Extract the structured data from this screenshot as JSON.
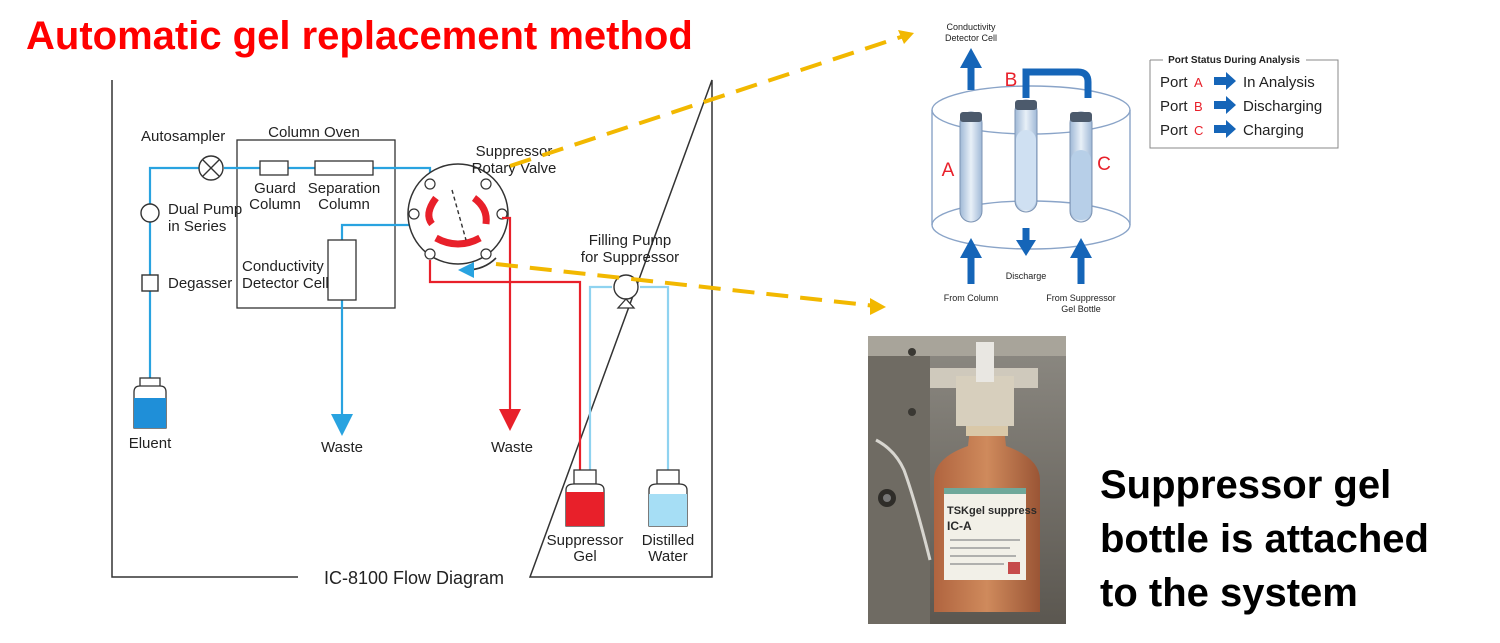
{
  "title": "Automatic gel replacement method",
  "flow_diagram": {
    "caption": "IC-8100 Flow Diagram",
    "autosampler": "Autosampler",
    "column_oven": "Column Oven",
    "pump_line1": "Dual Pump",
    "pump_line2": "in Series",
    "degasser": "Degasser",
    "guard_line1": "Guard",
    "guard_line2": "Column",
    "sep_line1": "Separation",
    "sep_line2": "Column",
    "cond_line1": "Conductivity",
    "cond_line2": "Detector Cell",
    "valve_line1": "Suppressor",
    "valve_line2": "Rotary Valve",
    "fill_line1": "Filling Pump",
    "fill_line2": "for Suppressor",
    "eluent": "Eluent",
    "waste_left": "Waste",
    "waste_right": "Waste",
    "gel_line1": "Suppressor",
    "gel_line2": "Gel",
    "water_line1": "Distilled",
    "water_line2": "Water"
  },
  "valve_detail": {
    "top_line1": "Conductivity",
    "top_line2": "Detector Cell",
    "label_a": "A",
    "label_b": "B",
    "label_c": "C",
    "discharge": "Discharge",
    "from_column": "From Column",
    "from_gel_line1": "From Suppressor",
    "from_gel_line2": "Gel Bottle"
  },
  "port_status": {
    "heading": "Port Status During Analysis",
    "rows": [
      {
        "port": "Port",
        "letter": "A",
        "status": "In Analysis"
      },
      {
        "port": "Port",
        "letter": "B",
        "status": "Discharging"
      },
      {
        "port": "Port",
        "letter": "C",
        "status": "Charging"
      }
    ]
  },
  "photo": {
    "label_line1": "TSKgel suppress",
    "label_line2": "IC-A"
  },
  "caption": {
    "line1": "Suppressor gel",
    "line2": "bottle is attached",
    "line3": "to the system"
  },
  "colors": {
    "title_red": "#ff0000",
    "eluent_blue": "#29a3e0",
    "gel_red": "#e8202a",
    "water_light_blue": "#8fd3f0",
    "arrow_blue": "#1565b8",
    "dashed_yellow": "#f2b800"
  }
}
